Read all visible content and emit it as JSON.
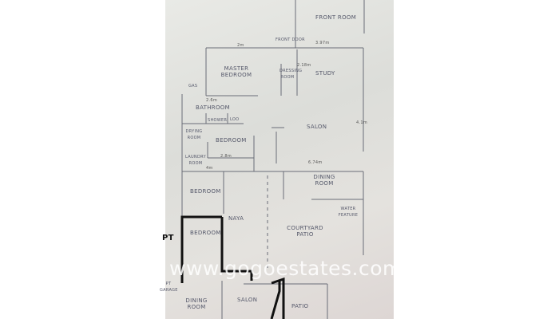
{
  "plan": {
    "rooms": {
      "front_room": "FRONT ROOM",
      "front_door": "FRONT DOOR",
      "master_bedroom": "MASTER BEDROOM",
      "dressing_room": "DRESSING ROOM",
      "study": "STUDY",
      "gas": "GAS",
      "bathroom": "BATHROOM",
      "shower": "SHOWER",
      "loo": "LOO",
      "drying_room": "DRYING ROOM",
      "bedroom_1": "BEDROOM",
      "laundry_room": "LAUNDRY ROOM",
      "salon": "SALON",
      "dining_room": "DINING ROOM",
      "water_feature": "WATER FEATURE",
      "bedroom_2": "BEDROOM",
      "naya": "NAYA",
      "courtyard_patio": "COURTYARD PATIO",
      "bedroom_3": "BEDROOM",
      "dining_room_2": "DINING ROOM",
      "salon_2": "SALON",
      "patio": "PATIO",
      "apt_partial": "PT",
      "garage_partial": "PT GARAGE"
    },
    "dimensions": {
      "front_width": "3.97m",
      "master_width": "2m",
      "dressing": "2.18m",
      "bathroom": "2.6m",
      "bedroom": "2.8m",
      "laundry": "4m",
      "salon_side": "4.1m",
      "dining": "6.74m"
    }
  },
  "watermark": "www.gogoestates.com",
  "colors": {
    "pencil": "#55586a",
    "marker": "#111111",
    "paper": "#e2e2de"
  }
}
